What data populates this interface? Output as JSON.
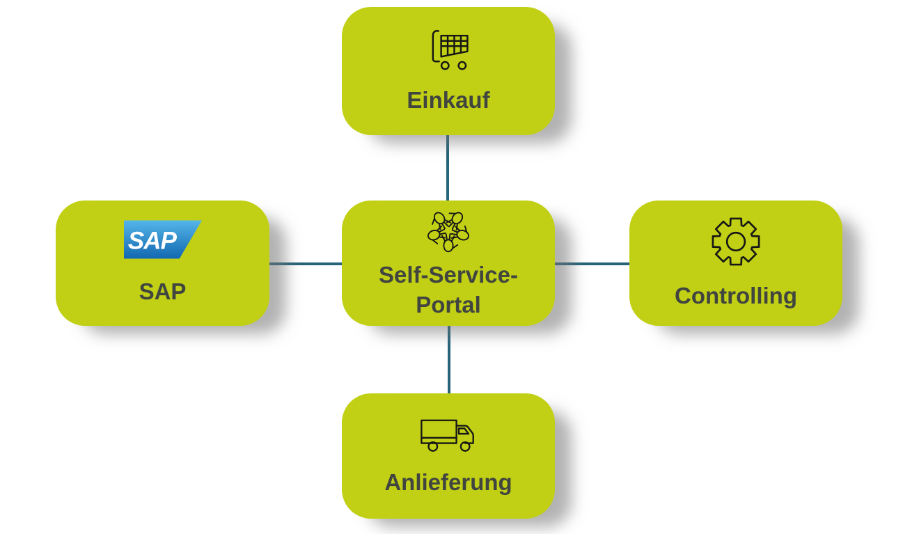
{
  "palette": {
    "node_fill": "#c1d014",
    "connector": "#26647a",
    "label_text": "#414540",
    "icon_stroke": "#161616",
    "sap_blue_top": "#55b6e9",
    "sap_blue_bottom": "#1268b1",
    "sap_text_color": "#ffffff",
    "shadow": "rgba(115,115,115,0.55)"
  },
  "nodes": {
    "top": {
      "label": "Einkauf",
      "icon": "shopping-cart-icon"
    },
    "left": {
      "label": "SAP",
      "icon": "sap-logo",
      "logo_text": "SAP"
    },
    "center": {
      "label": "Self-Service-\nPortal",
      "icon": "hands-together-icon"
    },
    "right": {
      "label": "Controlling",
      "icon": "gear-icon"
    },
    "bottom": {
      "label": "Anlieferung",
      "icon": "truck-icon"
    }
  },
  "connectors": [
    {
      "from": "Einkauf",
      "to": "Self-Service-Portal"
    },
    {
      "from": "SAP",
      "to": "Self-Service-Portal"
    },
    {
      "from": "Self-Service-Portal",
      "to": "Controlling"
    },
    {
      "from": "Self-Service-Portal",
      "to": "Anlieferung"
    }
  ]
}
